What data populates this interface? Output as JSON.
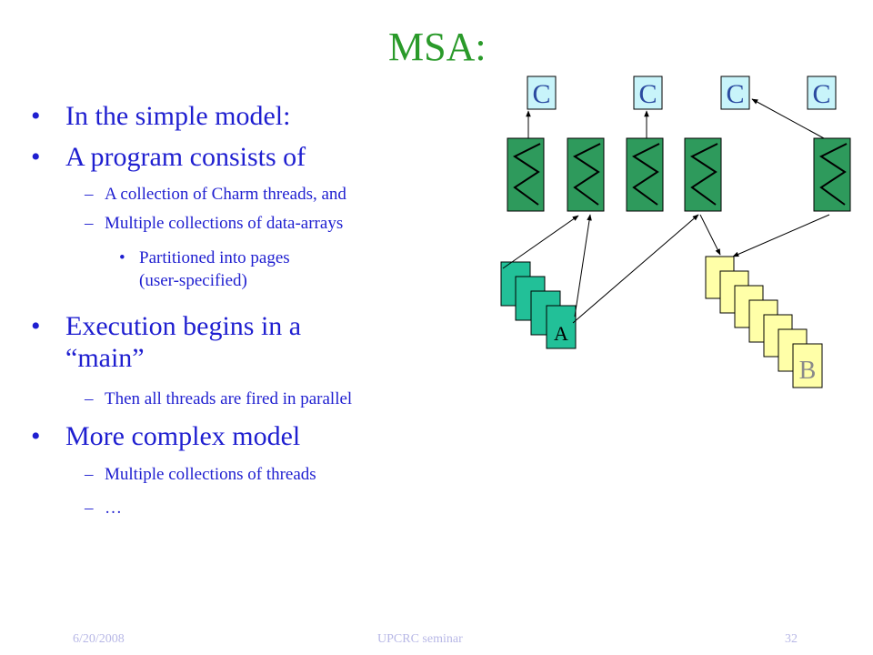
{
  "slide": {
    "title": "MSA:",
    "bullets": [
      {
        "level": 1,
        "text": "In the simple model:"
      },
      {
        "level": 1,
        "text": "A program consists of"
      },
      {
        "level": 2,
        "text": "A collection of Charm threads, and"
      },
      {
        "level": 2,
        "text": "Multiple collections of data-arrays"
      },
      {
        "level": 3,
        "lines": [
          "Partitioned into pages",
          "(user-specified)"
        ]
      },
      {
        "level": 1,
        "lines": [
          "Execution begins in a",
          "“main”"
        ]
      },
      {
        "level": 2,
        "text": "Then all threads are fired in parallel"
      },
      {
        "level": 1,
        "text": "More complex model"
      },
      {
        "level": 2,
        "text": "Multiple collections of threads"
      },
      {
        "level": 2,
        "text": "…"
      }
    ],
    "bullet_glyph": "•",
    "dash_glyph": "–"
  },
  "diagram": {
    "c_labels": [
      "C",
      "C",
      "C",
      "C"
    ],
    "page_label_a": "A",
    "page_label_b": "B",
    "colors": {
      "thread_fill": "#2e9a5c",
      "c_box_fill": "#c8f4fa",
      "c_text": "#2a4aa0",
      "a_page_fill": "#22c098",
      "b_page_fill": "#ffffa8",
      "b_text": "#8a8a8a"
    }
  },
  "footer": {
    "date": "6/20/2008",
    "center": "UPCRC seminar",
    "page": "32"
  }
}
